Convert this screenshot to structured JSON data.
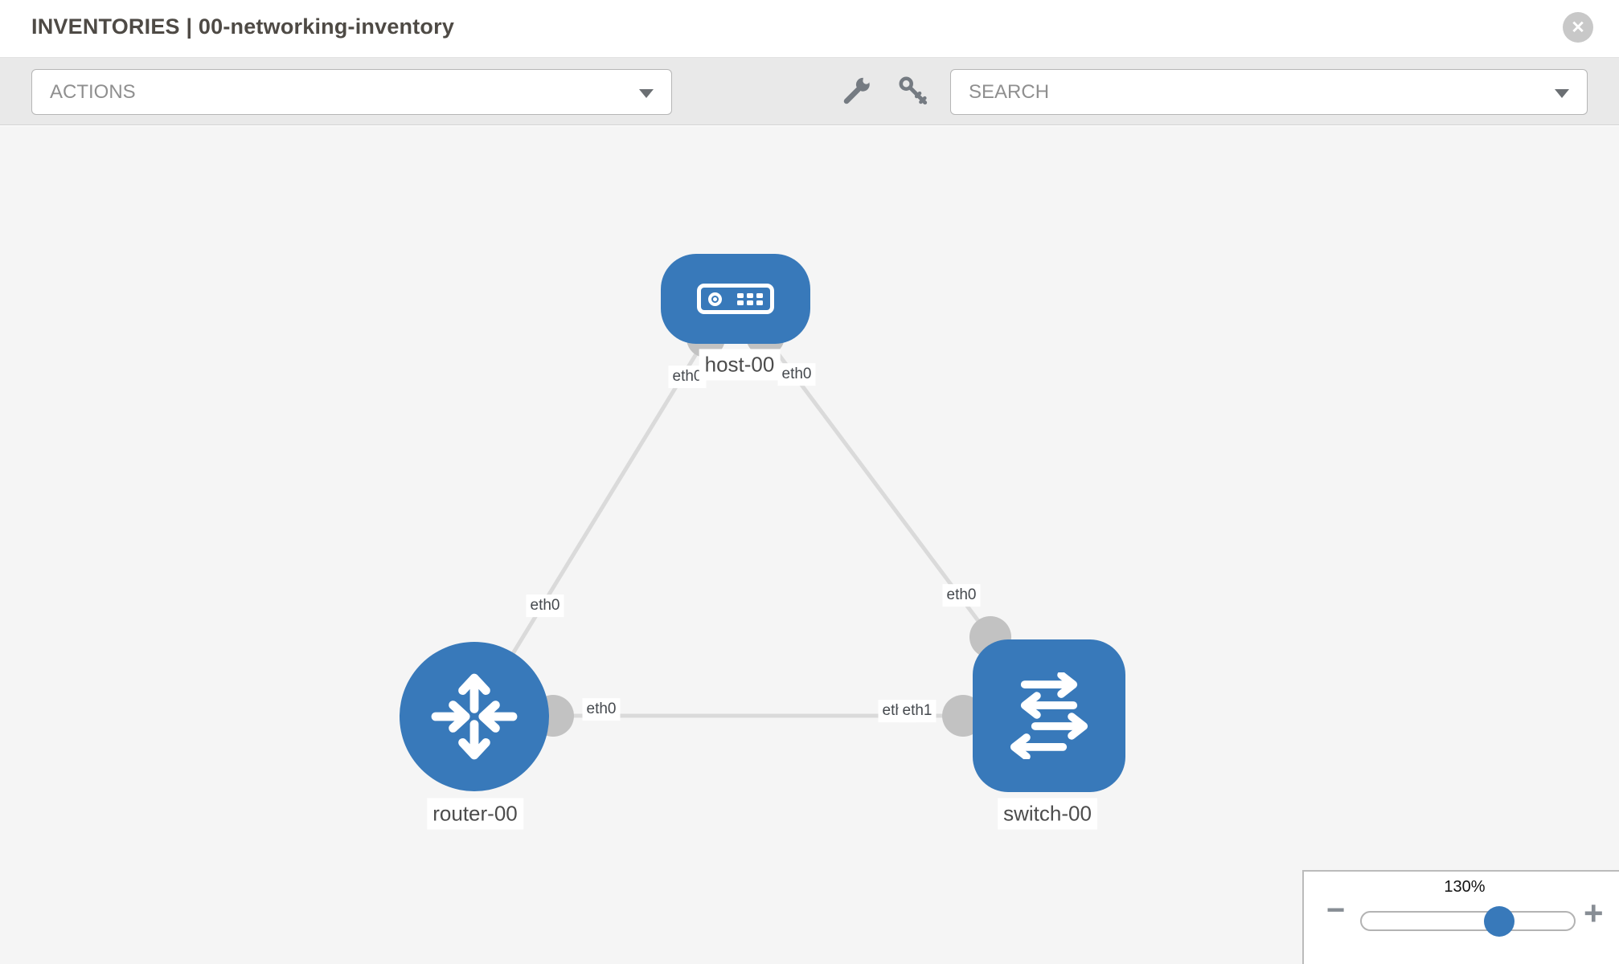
{
  "header": {
    "title": "INVENTORIES | 00-networking-inventory",
    "close_glyph": "✕"
  },
  "toolbar": {
    "actions_value": "ACTIONS",
    "search_value": "SEARCH",
    "tools": [
      {
        "name": "wrench-icon"
      },
      {
        "name": "key-icon"
      }
    ]
  },
  "topology": {
    "nodes": [
      {
        "id": "host-00",
        "type": "host",
        "label": "host-00",
        "icon": "server-icon",
        "shape": "rounded-rectangle"
      },
      {
        "id": "router-00",
        "type": "router",
        "label": "router-00",
        "icon": "router-arrows-icon",
        "shape": "circle"
      },
      {
        "id": "switch-00",
        "type": "switch",
        "label": "switch-00",
        "icon": "switch-arrows-icon",
        "shape": "rounded-square"
      }
    ],
    "links": [
      {
        "from": "router-00",
        "to": "host-00",
        "from_interface": "eth0",
        "to_interface": "eth0"
      },
      {
        "from": "host-00",
        "to": "switch-00",
        "from_interface": "eth0",
        "to_interface": "eth0"
      },
      {
        "from": "router-00",
        "to": "switch-00",
        "from_interface": "eth0",
        "to_interface": "eth1"
      }
    ],
    "interface_labels": {
      "host_to_router": "eth0",
      "host_to_switch": "eth0",
      "router_to_host": "eth0",
      "switch_to_host": "eth0",
      "router_to_switch": "eth0",
      "switch_to_router": "eth1",
      "switch_to_router_under": "eth1"
    }
  },
  "zoom_panel": {
    "level": "130%",
    "minus_label": "−",
    "plus_label": "+"
  },
  "colors": {
    "node_blue": "#3879ba",
    "link_gray": "#dadada",
    "connector_gray": "#c2c2c2",
    "canvas_bg": "#f5f5f5",
    "toolbar_bg": "#e9e9e9"
  }
}
